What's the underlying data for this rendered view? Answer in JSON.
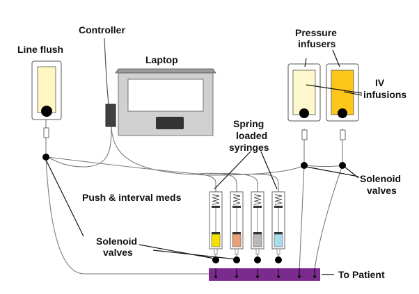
{
  "labels": {
    "line_flush": "Line flush",
    "controller": "Controller",
    "laptop": "Laptop",
    "pressure_infusers_line1": "Pressure",
    "pressure_infusers_line2": "infusers",
    "iv_line1": "IV",
    "iv_line2": "infusions",
    "spring_line1": "Spring",
    "spring_line2": "loaded",
    "spring_line3": "syringes",
    "push_interval": "Push & interval meds",
    "solenoid_left_line1": "Solenoid",
    "solenoid_left_line2": "valves",
    "solenoid_right_line1": "Solenoid",
    "solenoid_right_line2": "valves",
    "to_patient": "To Patient"
  },
  "colors": {
    "line_flush_fluid": "#fff6c2",
    "iv_left_fluid": "#fff8cc",
    "iv_right_fluid": "#ffc61a",
    "manifold": "#7b2a8e",
    "syringes": [
      "#f5e000",
      "#e8a079",
      "#b8b8b8",
      "#a9dcea"
    ],
    "laptop_body": "#d0d0d0",
    "controller": "#404040"
  },
  "icons": {
    "laptop": "laptop-icon",
    "controller": "controller-box-icon",
    "syringe": "syringe-icon",
    "valve": "solenoid-valve-icon",
    "bag": "pressure-bag-icon",
    "manifold": "manifold-icon"
  }
}
